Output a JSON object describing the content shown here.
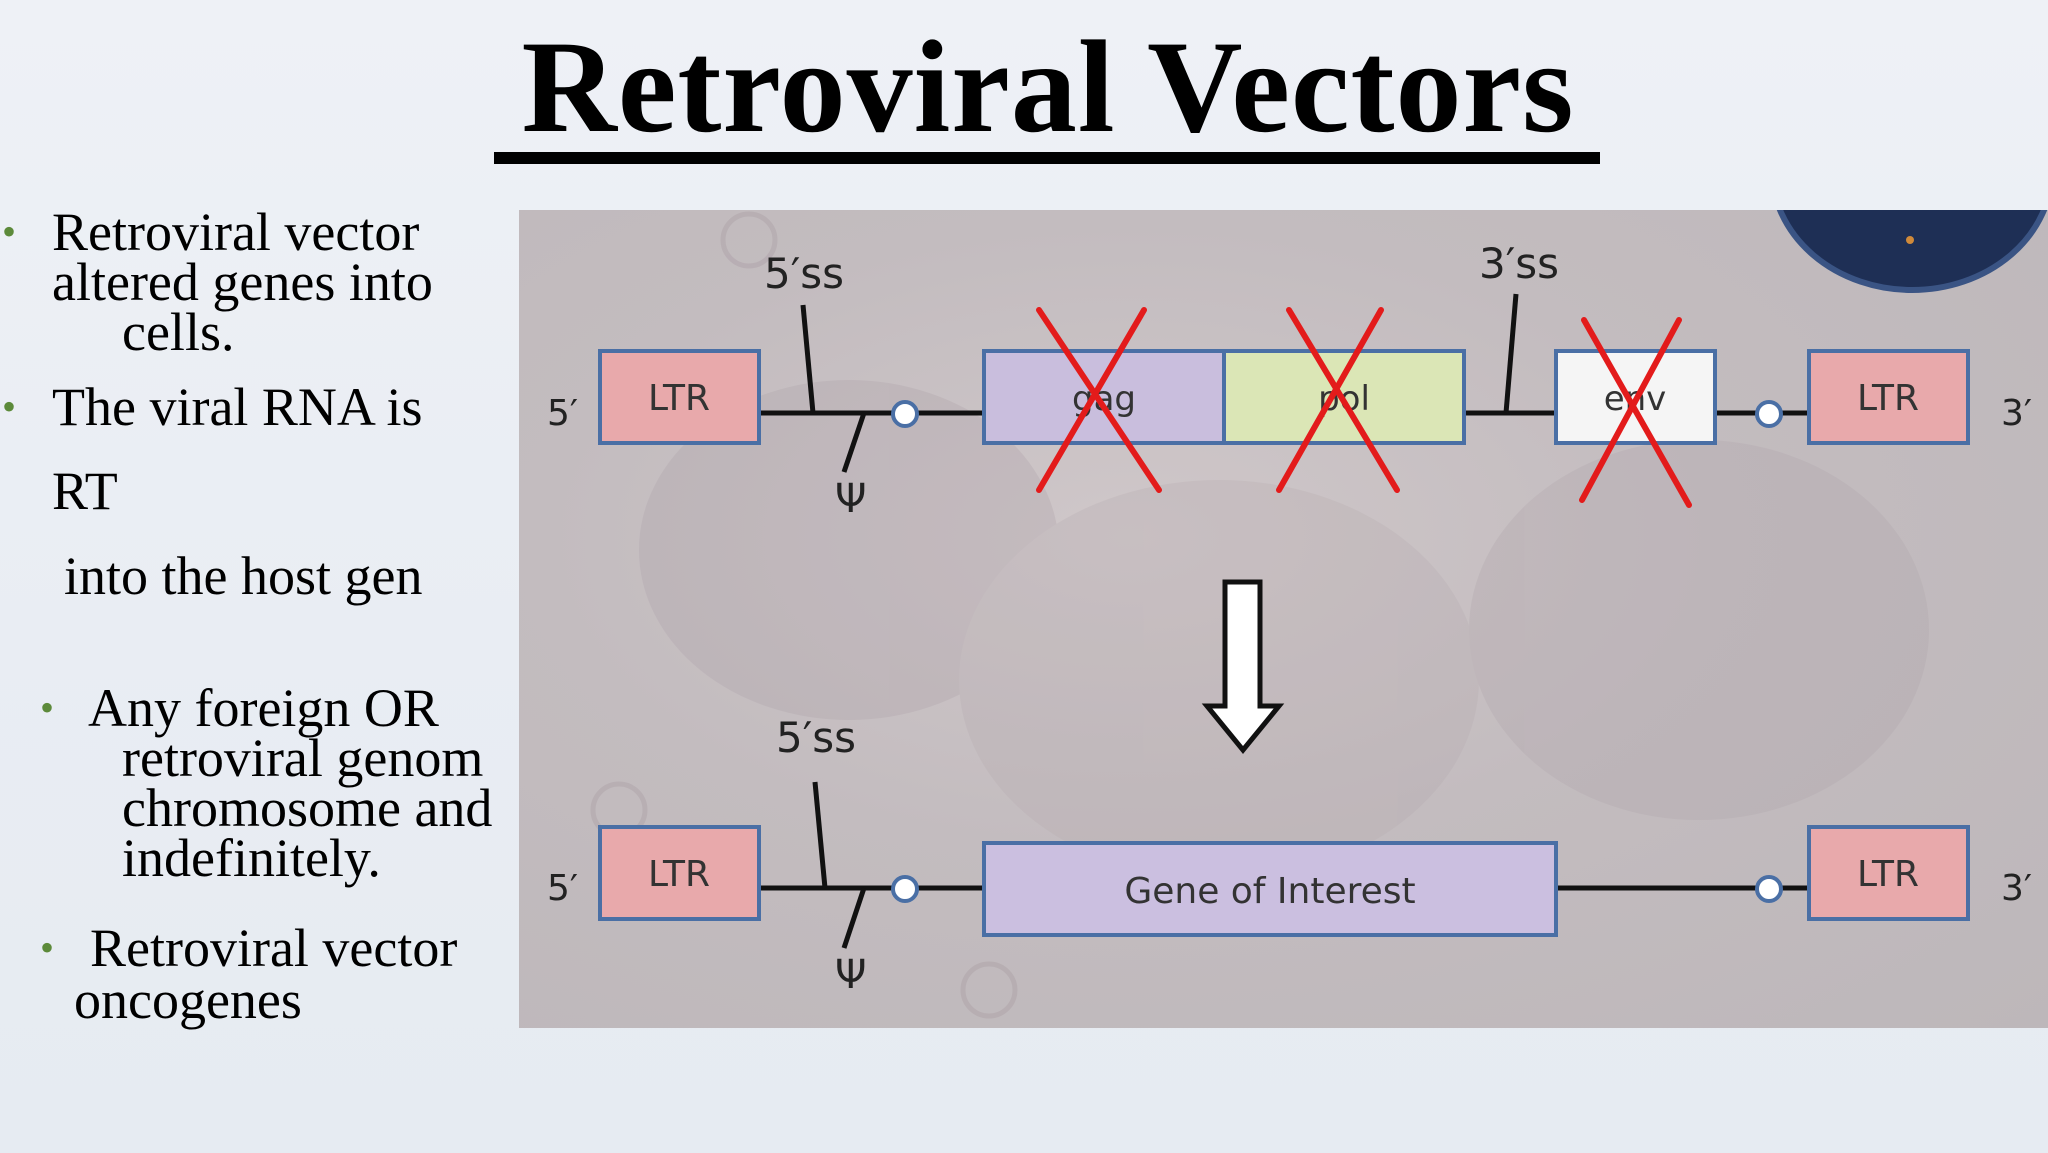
{
  "title": "Retroviral Vectors",
  "bullets": [
    {
      "lines": [
        "Retroviral vector",
        "altered genes into",
        "cells."
      ]
    },
    {
      "lines": [
        "The viral RNA is",
        "RT",
        "into the host gen"
      ]
    },
    {
      "lines": [
        "Any foreign OR",
        "retroviral genom",
        "chromosome and",
        "indefinitely."
      ]
    },
    {
      "lines": [
        "Retroviral vector",
        "oncogenes"
      ]
    }
  ],
  "diagram": {
    "top": {
      "end5": "5′",
      "end3": "3′",
      "ltr_left": "LTR",
      "ltr_right": "LTR",
      "ss5": "5′ss",
      "ss3": "3′ss",
      "psi": "Ψ",
      "gag": "gag",
      "pol": "pol",
      "env": "env"
    },
    "bottom": {
      "end5": "5′",
      "end3": "3′",
      "ltr_left": "LTR",
      "ltr_right": "LTR",
      "ss5": "5′ss",
      "psi": "Ψ",
      "gene": "Gene of Interest"
    },
    "colors": {
      "ltr": "#e8a9ab",
      "gag": "#c9bedd",
      "pol": "#dbe6b6",
      "env": "#f5f5f5",
      "gene": "#cbbfe0",
      "box_stroke": "#4a6fa5",
      "cross": "#e31b1b",
      "bullet": "#5c8a3a"
    }
  }
}
